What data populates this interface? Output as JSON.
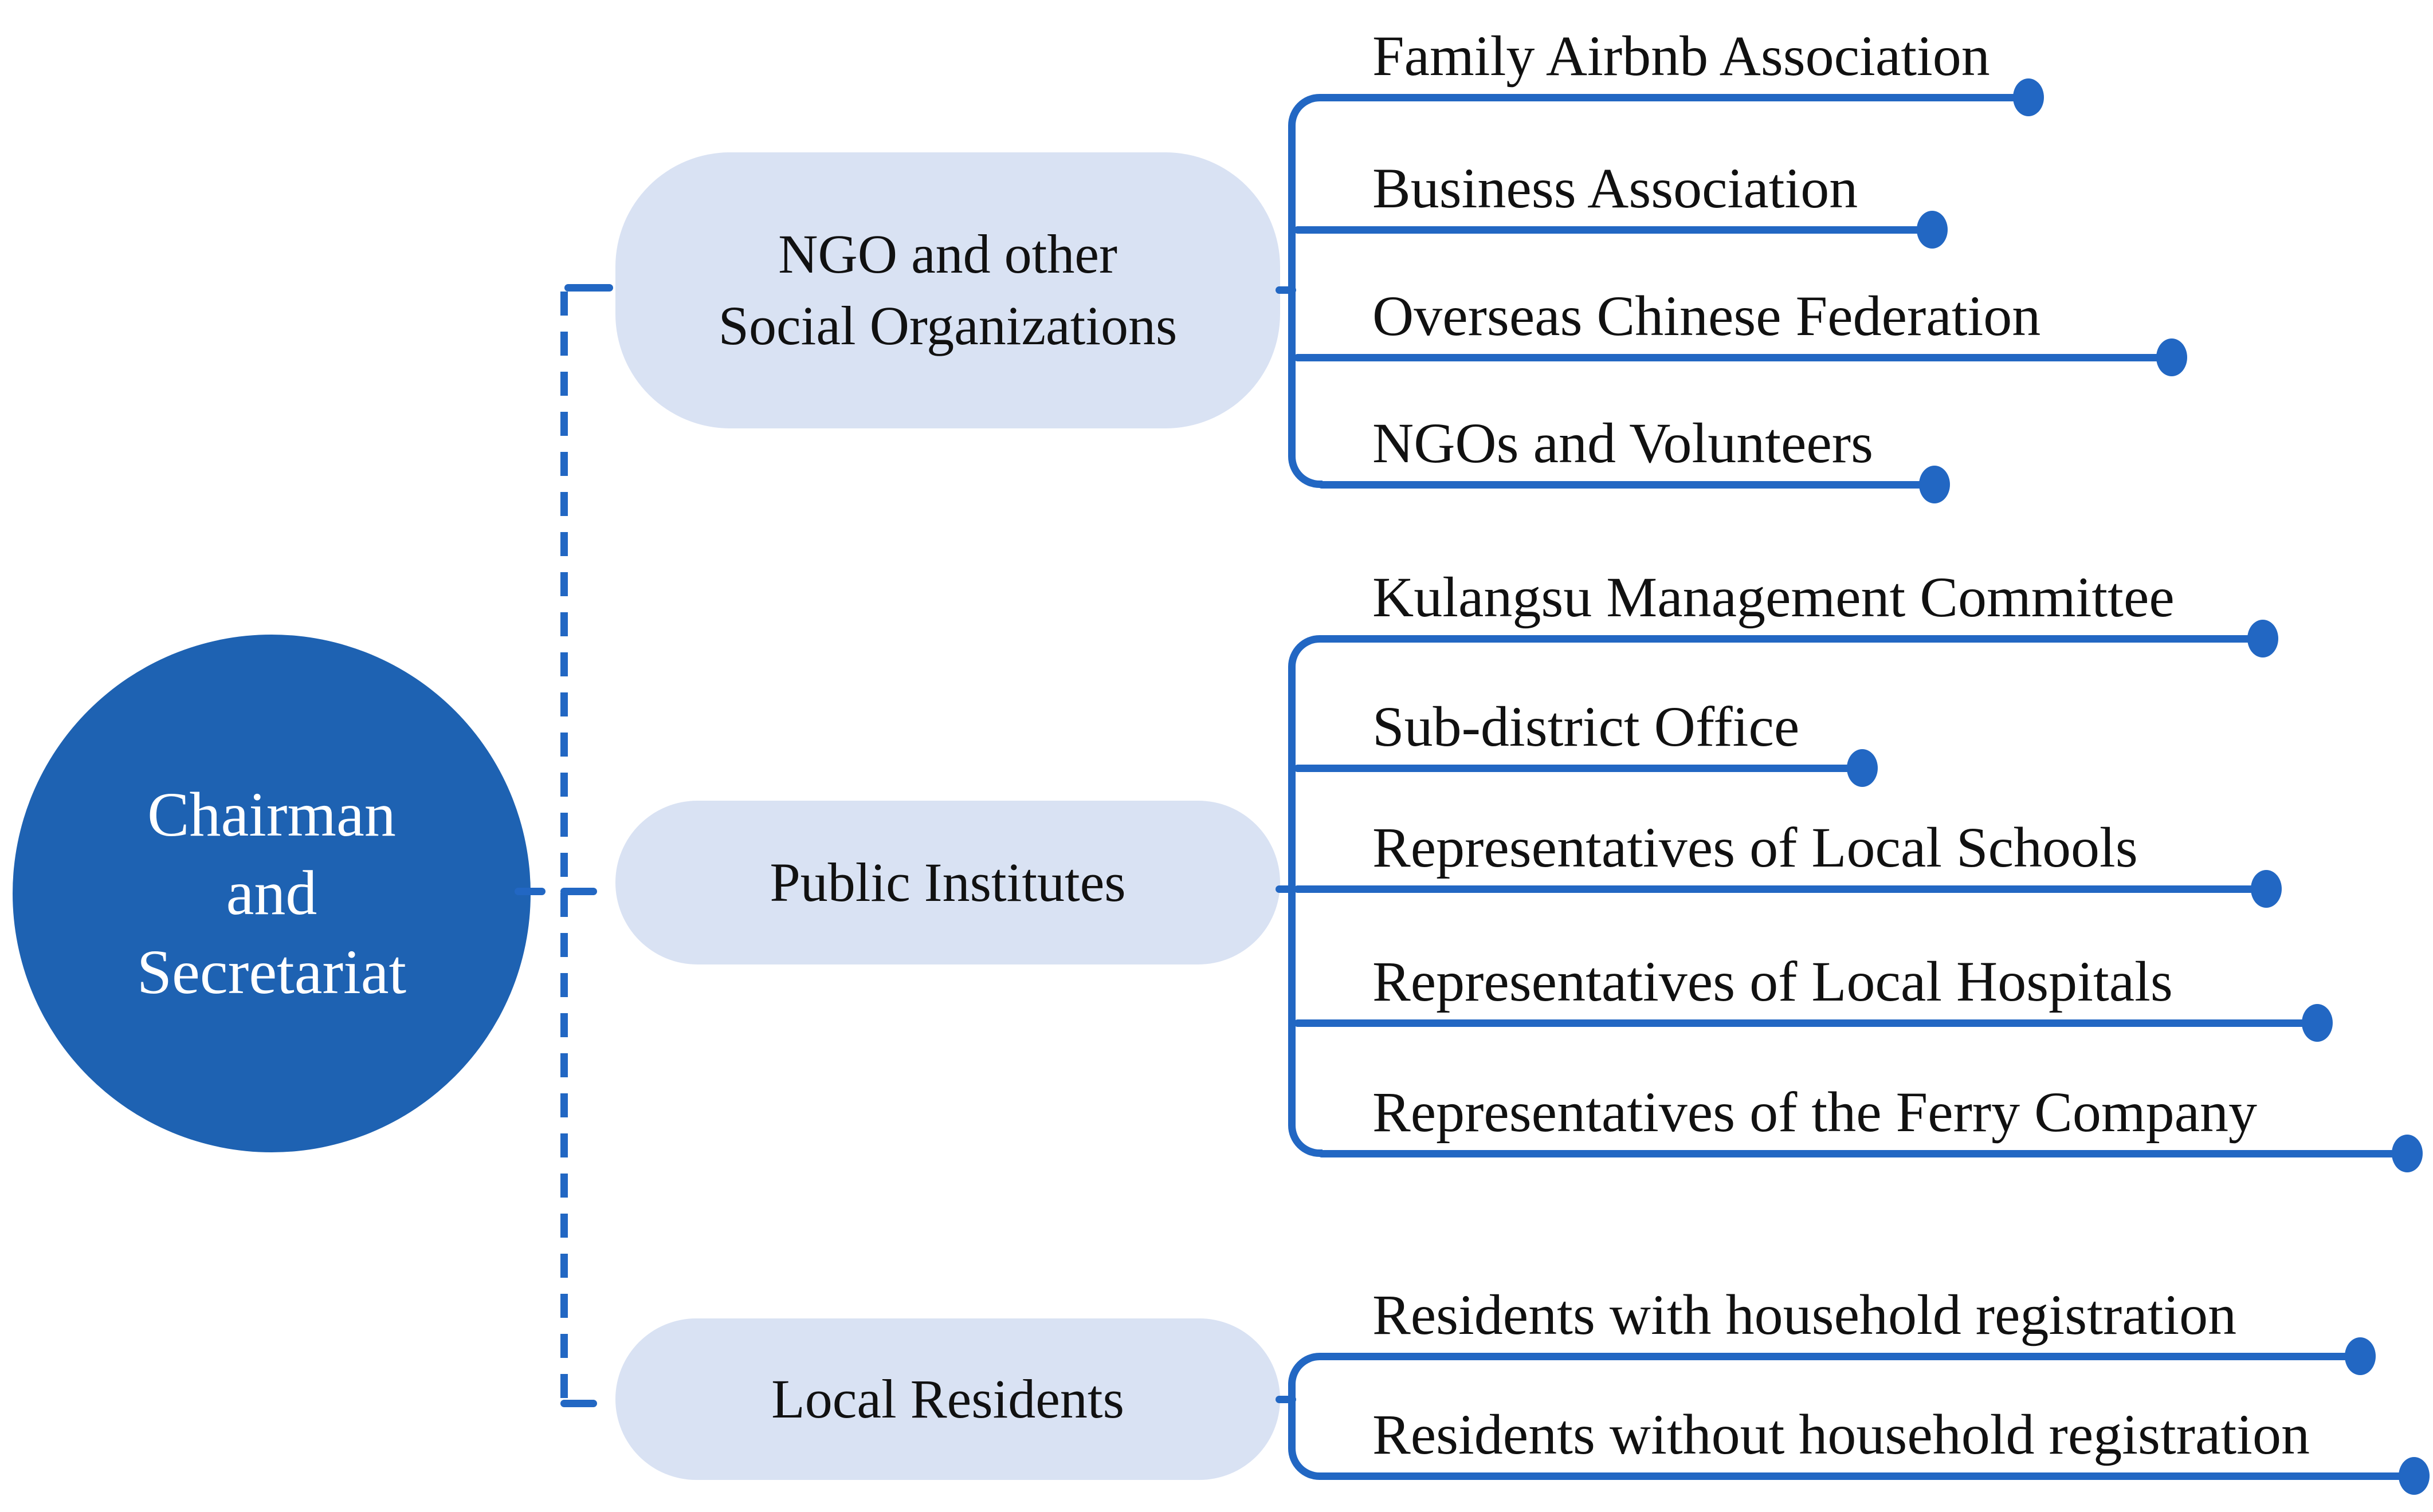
{
  "root": {
    "label": "Chairman\nand\nSecretariat"
  },
  "branches": [
    {
      "label": "NGO and other\nSocial Organizations",
      "children": [
        "Family Airbnb Association",
        "Business Association",
        "Overseas Chinese Federation",
        "NGOs and Volunteers"
      ]
    },
    {
      "label": "Public Institutes",
      "children": [
        "Kulangsu Management Committee",
        "Sub-district Office",
        "Representatives of Local Schools",
        "Representatives of Local Hospitals",
        "Representatives of the Ferry Company"
      ]
    },
    {
      "label": "Local Residents",
      "children": [
        "Residents with household registration",
        "Residents without household registration"
      ]
    }
  ],
  "colors": {
    "circle_fill": "#1E62B2",
    "circle_text": "#FFFFFF",
    "box_fill": "#D9E2F3",
    "line_blue": "#2267C3",
    "text": "#111111"
  }
}
